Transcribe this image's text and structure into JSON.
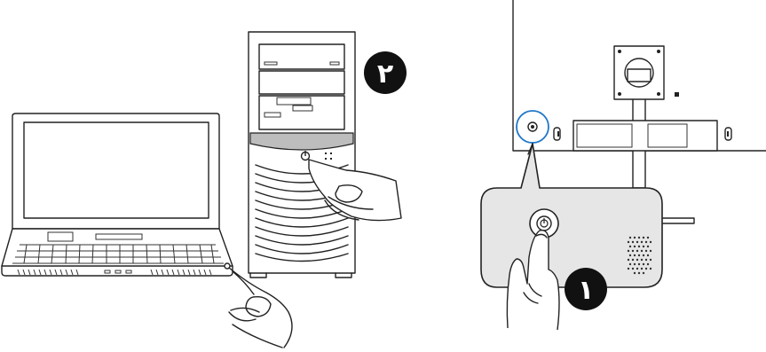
{
  "steps": [
    {
      "label": "١",
      "target": "monitor-power-button"
    },
    {
      "label": "٢",
      "target": "computer-power-button"
    }
  ],
  "colors": {
    "line": "#222222",
    "highlight": "#1f77c9",
    "badge": "#111111",
    "panel_fill": "#e6e6e6"
  },
  "icons": [
    "power-icon",
    "pointing-hand-icon"
  ]
}
